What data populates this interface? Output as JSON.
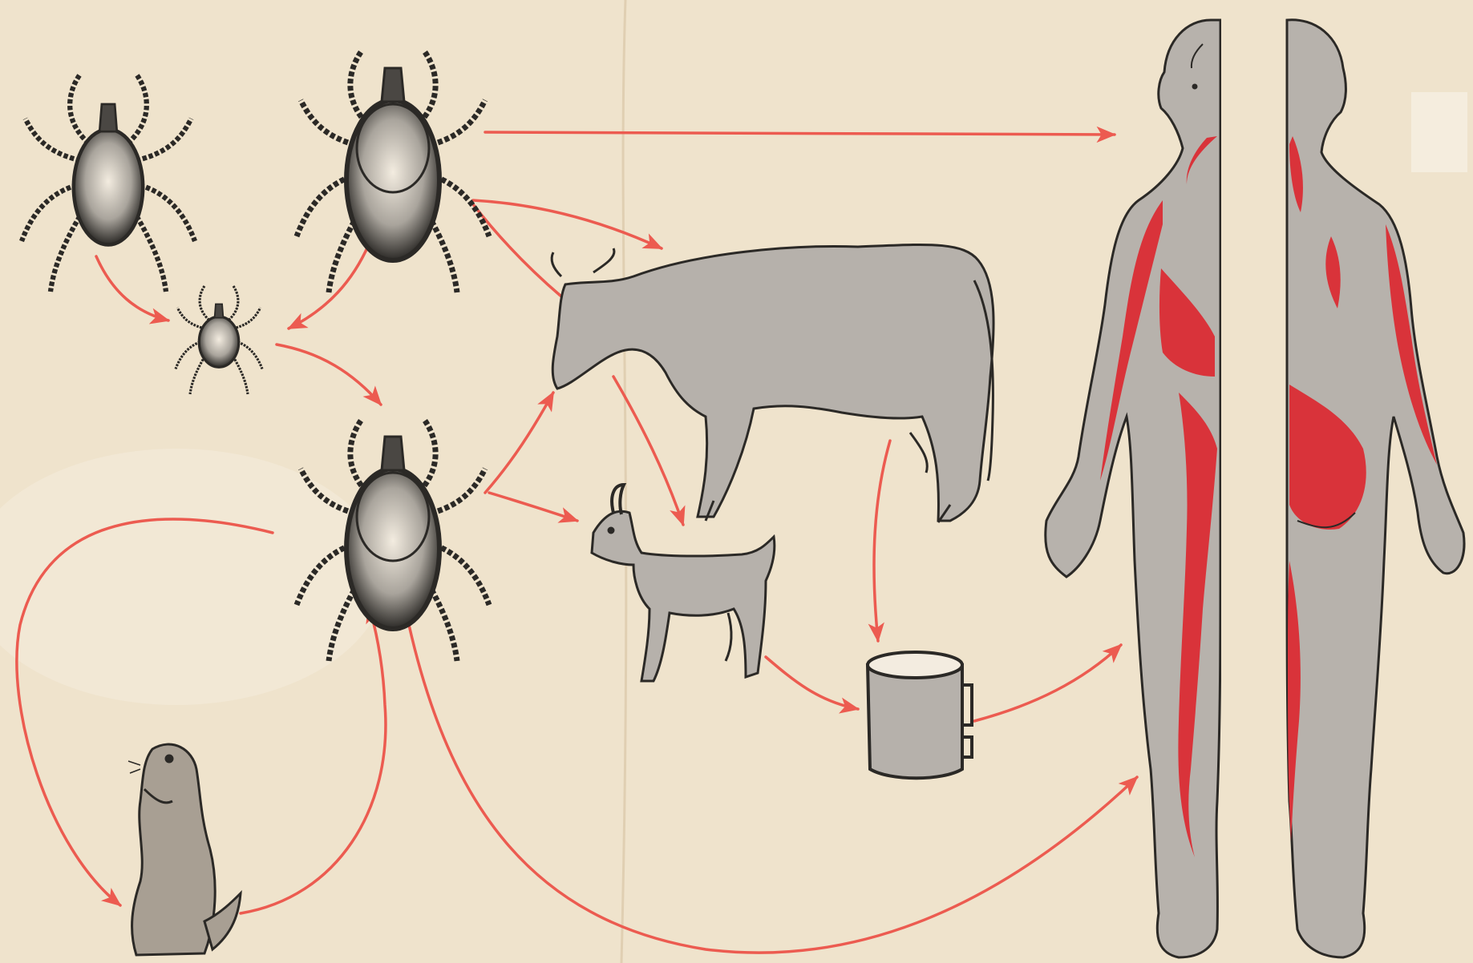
{
  "colors": {
    "paper": "#efe3cc",
    "paper_shade": "#e6d7bc",
    "arrow": "#ec5b50",
    "ink": "#2b2926",
    "animal_gray": "#b6b1ab",
    "gopher": "#a89f93",
    "human_gray": "#b7b2ac",
    "rash_red": "#d9333a"
  },
  "nodes": {
    "adult_tick_small": {
      "icon": "adult-tick-icon"
    },
    "adult_tick_large": {
      "icon": "adult-tick-icon"
    },
    "nymph_tick": {
      "icon": "nymph-tick-icon"
    },
    "engorged_tick": {
      "icon": "engorged-tick-icon"
    },
    "rodent": {
      "icon": "ground-squirrel-icon"
    },
    "cow": {
      "icon": "cow-icon"
    },
    "goat": {
      "icon": "goat-icon"
    },
    "milk_mug": {
      "icon": "milk-mug-icon"
    },
    "human_front": {
      "icon": "human-figure-front-icon"
    },
    "human_back": {
      "icon": "human-figure-back-icon"
    }
  },
  "edges": [
    {
      "from": "adult_tick_small",
      "to": "nymph_tick"
    },
    {
      "from": "adult_tick_large",
      "to": "nymph_tick"
    },
    {
      "from": "adult_tick_large",
      "to": "human_front"
    },
    {
      "from": "adult_tick_large",
      "to": "cow"
    },
    {
      "from": "nymph_tick",
      "to": "engorged_tick"
    },
    {
      "from": "engorged_tick",
      "to": "cow"
    },
    {
      "from": "engorged_tick",
      "to": "goat"
    },
    {
      "from": "engorged_tick",
      "to": "rodent"
    },
    {
      "from": "rodent",
      "to": "engorged_tick"
    },
    {
      "from": "engorged_tick",
      "to": "human_front"
    },
    {
      "from": "cow",
      "to": "goat"
    },
    {
      "from": "cow",
      "to": "milk_mug"
    },
    {
      "from": "goat",
      "to": "milk_mug"
    },
    {
      "from": "milk_mug",
      "to": "human_front"
    }
  ]
}
